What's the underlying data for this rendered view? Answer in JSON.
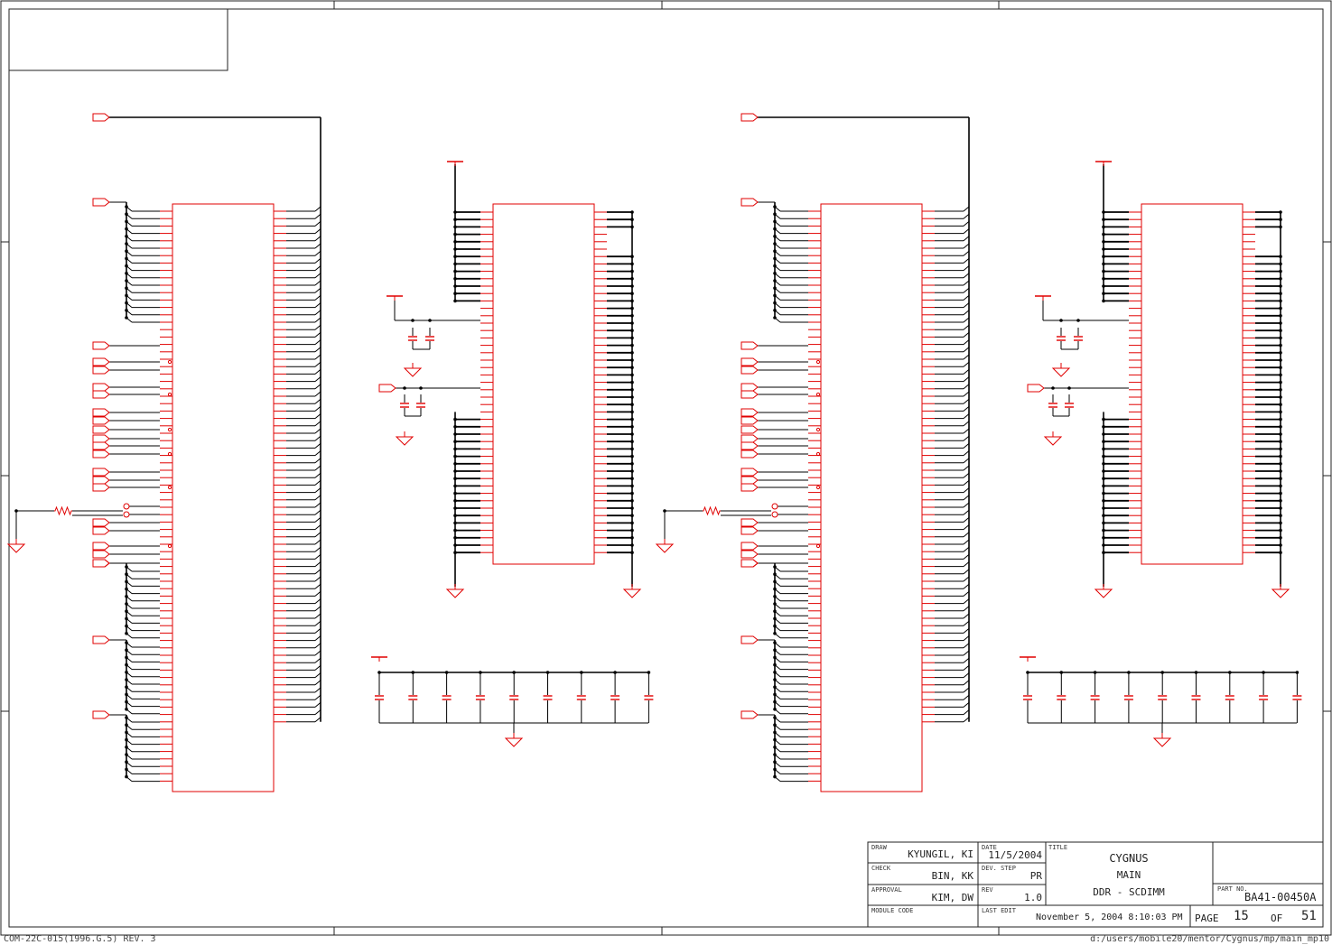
{
  "sheet": {
    "form_code": "COM-22C-015(1996.G.5) REV. 3",
    "file_path": "d:/users/mobile20/mentor/Cygnus/mp/main_mp10"
  },
  "title_block": {
    "draw_label": "DRAW",
    "draw_value": "KYUNGIL, KI",
    "check_label": "CHECK",
    "check_value": "BIN, KK",
    "approval_label": "APPROVAL",
    "approval_value": "KIM, DW",
    "module_code_label": "MODULE CODE",
    "date_label": "DATE",
    "date_value": "11/5/2004",
    "dev_step_label": "DEV. STEP",
    "dev_step_value": "PR",
    "rev_label": "REV",
    "rev_value": "1.0",
    "last_edit_label": "LAST EDIT",
    "last_edit_value": "November 5, 2004  8:10:03 PM",
    "title_label": "TITLE",
    "title_line1": "CYGNUS",
    "title_line2": "MAIN",
    "title_line3": "DDR - SCDIMM",
    "part_no_label": "PART NO.",
    "part_no_value": "BA41-00450A",
    "page_label": "PAGE",
    "page_value": "15",
    "of_label": "OF",
    "of_value": "51"
  },
  "colors": {
    "symbol": "#e00000",
    "wire": "#000000",
    "frame": "#222222"
  }
}
